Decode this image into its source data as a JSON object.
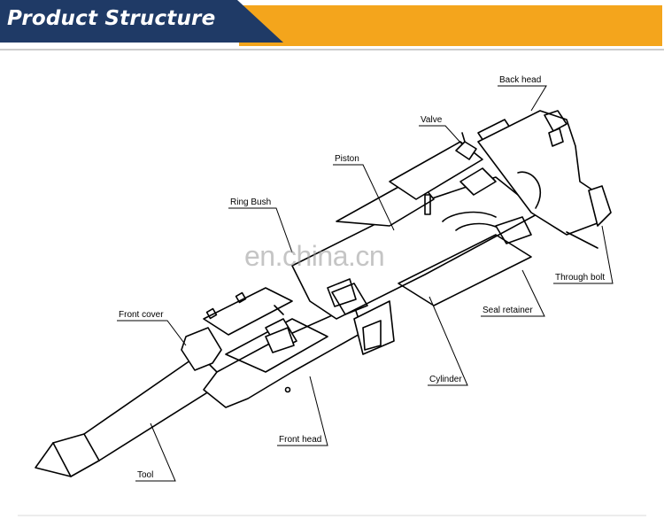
{
  "header": {
    "title": "Product Structure",
    "colors": {
      "banner_dark": "#1f3a66",
      "banner_accent": "#f4a51c"
    }
  },
  "watermark": "en.china.cn",
  "labels": {
    "back_head": "Back head",
    "valve": "Valve",
    "piston": "Piston",
    "ring_bush": "Ring Bush",
    "front_cover": "Front cover",
    "through_bolt": "Through bolt",
    "seal_retainer": "Seal retainer",
    "cylinder": "Cylinder",
    "front_head": "Front head",
    "tool": "Tool"
  }
}
